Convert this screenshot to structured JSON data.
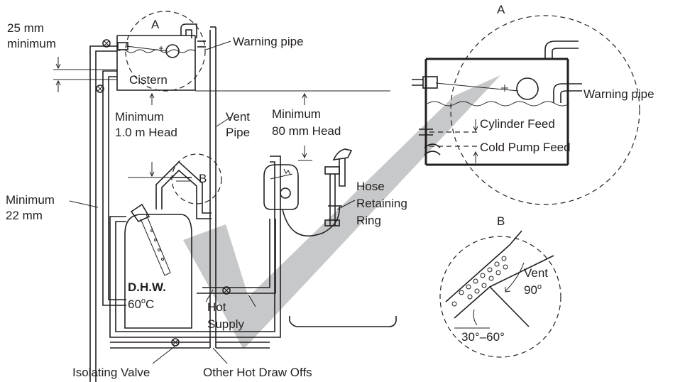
{
  "labels": {
    "min_25mm_1": "25 mm",
    "min_25mm_2": "minimum",
    "cistern_a": "A",
    "warning_pipe": "Warning pipe",
    "cistern": "Cistern",
    "min_head_1": "Minimum",
    "min_head_2": "1.0 m Head",
    "vent_1": "Vent",
    "vent_2": "Pipe",
    "min_80_1": "Minimum",
    "min_80_2": "80 mm Head",
    "junction_b": "B",
    "min_22_1": "Minimum",
    "min_22_2": "22 mm",
    "hose_1": "Hose",
    "hose_2": "Retaining",
    "hose_3": "Ring",
    "dhw": "D.H.W.",
    "dhw_temp_num": "60",
    "dhw_temp_deg": "o",
    "dhw_temp_unit": "C",
    "hot_supply_1": "Hot",
    "hot_supply_2": "Supply",
    "isolating_valve": "Isolating Valve",
    "other_hot": "Other Hot Draw Offs",
    "detail_a_title": "A",
    "detail_a_warning": "Warning pipe",
    "cylinder_feed": "Cylinder Feed",
    "cold_pump_feed": "Cold Pump Feed",
    "detail_b_title": "B",
    "vent_detail": "Vent",
    "angle_90": "90",
    "angle_deg": "o",
    "angle_range": "30°–60°"
  },
  "colors": {
    "ink": "#231f20",
    "tick_mark": "#bcbec0"
  }
}
